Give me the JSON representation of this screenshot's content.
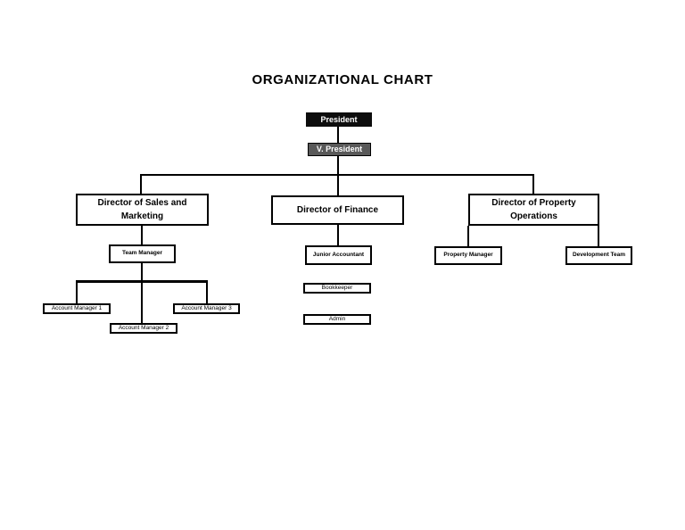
{
  "page": {
    "title": "ORGANIZATIONAL CHART"
  },
  "colors": {
    "page_bg": "#ffffff",
    "president_fill": "#0d0d0d",
    "president_text": "#ffffff",
    "vp_fill": "#595959",
    "vp_text": "#ffffff",
    "box_fill": "#ffffff",
    "box_border": "#000000",
    "box_text": "#000000",
    "connector": "#000000"
  },
  "org": {
    "president": {
      "label": "President"
    },
    "vice_president": {
      "label": "V. President"
    },
    "director_sales_marketing": {
      "label": "Director of Sales and Marketing"
    },
    "director_finance": {
      "label": "Director of Finance"
    },
    "director_property_operations": {
      "label": "Director of Property Operations"
    },
    "team_manager": {
      "label": "Team Manager"
    },
    "junior_accountant": {
      "label": "Junior Accountant"
    },
    "property_manager": {
      "label": "Property Manager"
    },
    "development_team": {
      "label": "Development Team"
    },
    "bookkeeper": {
      "label": "Bookkeeper"
    },
    "admin": {
      "label": "Admin"
    },
    "account_manager_1": {
      "label": "Account Manager 1"
    },
    "account_manager_2": {
      "label": "Account Manager 2"
    },
    "account_manager_3": {
      "label": "Account Manager 3"
    }
  }
}
